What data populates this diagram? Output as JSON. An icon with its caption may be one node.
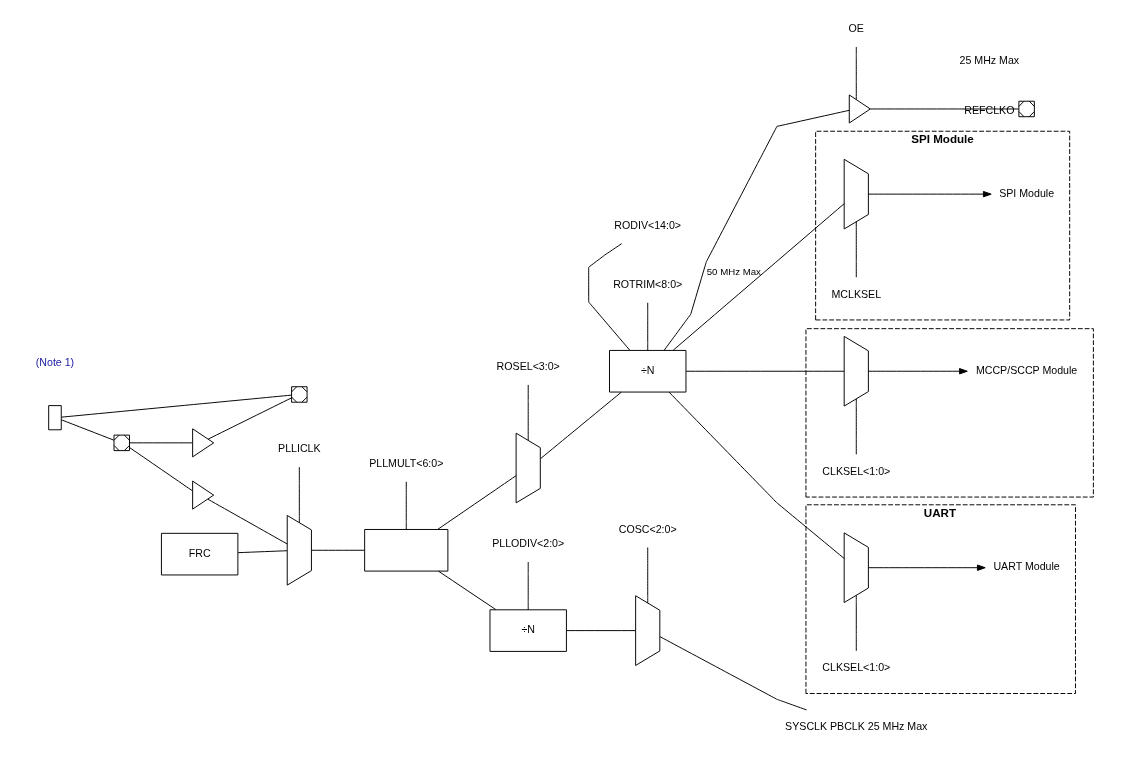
{
  "diagram": {
    "nodes": [
      {
        "text": [],
        "shape": "crystal"
      },
      {
        "text": [],
        "shape": "pad"
      },
      {
        "text": [],
        "shape": "pad"
      },
      {
        "text": [],
        "shape": "triangle"
      },
      {
        "text": [],
        "shape": "triangle"
      },
      {
        "text": [],
        "shape": "trapezoid"
      },
      {
        "text": [
          "FRC"
        ]
      },
      {
        "text": [],
        "shape": "box"
      },
      {
        "text": [],
        "shape": "trapezoid"
      },
      {
        "text": [
          "÷N"
        ]
      },
      {
        "text": [],
        "shape": "triangle"
      },
      {
        "text": [],
        "shape": "pad",
        "beside": [
          "25 MHz Max",
          "REFCLKO"
        ]
      },
      {
        "text": [
          "÷N"
        ]
      },
      {
        "text": [],
        "shape": "trapezoid"
      },
      {
        "text": [
          "SYSCLK PBCLK 25 MHz Max"
        ]
      },
      {
        "text": [
          "SPI Module"
        ]
      },
      {
        "text": [],
        "shape": "trapezoid",
        "in": 15
      },
      {
        "text": [
          "SPI Module"
        ],
        "in": 15
      },
      {
        "text": [],
        "shape": "box"
      },
      {
        "text": [],
        "shape": "trapezoid",
        "in": 18
      },
      {
        "text": [
          "MCCP/SCCP Module"
        ],
        "in": 18
      },
      {
        "text": [
          "UART"
        ]
      },
      {
        "text": [],
        "shape": "trapezoid",
        "in": 21
      },
      {
        "text": [
          "UART Module"
        ],
        "in": 21
      },
      {
        "text": [
          "PLLICLK"
        ]
      },
      {
        "text": [
          "PLLMULT<6:0>"
        ]
      },
      {
        "text": [
          "ROSEL<3:0>"
        ]
      },
      {
        "text": [
          "RODIV<14:0>"
        ]
      },
      {
        "text": [
          "ROTRIM<8:0>"
        ]
      },
      {
        "text": [
          "OE"
        ]
      },
      {
        "text": [
          "PLLODIV<2:0>"
        ]
      },
      {
        "text": [
          "COSC<2:0>"
        ]
      },
      {
        "text": [
          "MCLKSEL"
        ],
        "in": 15
      },
      {
        "text": [
          "CLKSEL<1:0>"
        ],
        "in": 18
      },
      {
        "text": [
          "CLKSEL<1:0>"
        ],
        "in": 21
      }
    ],
    "edges": [
      {
        "from": 0,
        "to": 1,
        "arrow": "none"
      },
      {
        "from": 0,
        "to": 2,
        "arrow": "none"
      },
      {
        "from": 1,
        "to": 3,
        "arrow": "none"
      },
      {
        "from": 3,
        "to": 2,
        "arrow": "none"
      },
      {
        "from": 1,
        "to": 4,
        "arrow": "none"
      },
      {
        "from": 4,
        "to": 5,
        "arrow": "none"
      },
      {
        "from": 6,
        "to": 5,
        "arrow": "none"
      },
      {
        "from": 5,
        "to": 7,
        "arrow": "none"
      },
      {
        "from": 7,
        "to": 8,
        "arrow": "none"
      },
      {
        "from": 7,
        "to": 12,
        "arrow": "none"
      },
      {
        "from": 8,
        "to": 9,
        "arrow": "none"
      },
      {
        "from": 9,
        "to": 10,
        "arrow": "none"
      },
      {
        "from": 10,
        "to": 11,
        "arrow": "none"
      },
      {
        "from": 9,
        "to": 16,
        "arrow": "none",
        "label": "50 MHz Max"
      },
      {
        "from": 9,
        "to": 19,
        "arrow": "none"
      },
      {
        "from": 9,
        "to": 22,
        "arrow": "none"
      },
      {
        "from": 12,
        "to": 13,
        "arrow": "none"
      },
      {
        "from": 13,
        "to": 14,
        "arrow": "none"
      },
      {
        "from": 16,
        "to": 17,
        "arrow": "to"
      },
      {
        "from": 19,
        "to": 20,
        "arrow": "to"
      },
      {
        "from": 22,
        "to": 23,
        "arrow": "to"
      },
      {
        "from": 24,
        "to": 5,
        "arrow": "none"
      },
      {
        "from": 25,
        "to": 7,
        "arrow": "none"
      },
      {
        "from": 26,
        "to": 8,
        "arrow": "none"
      },
      {
        "from": 27,
        "to": 9,
        "arrow": "none"
      },
      {
        "from": 28,
        "to": 9,
        "arrow": "none"
      },
      {
        "from": 29,
        "to": 10,
        "arrow": "none"
      },
      {
        "from": 30,
        "to": 12,
        "arrow": "none"
      },
      {
        "from": 31,
        "to": 13,
        "arrow": "none"
      },
      {
        "from": 32,
        "to": 16,
        "arrow": "none"
      },
      {
        "from": 33,
        "to": 19,
        "arrow": "none"
      },
      {
        "from": 34,
        "to": 22,
        "arrow": "none"
      }
    ],
    "labels": [
      "(Note 1)"
    ]
  }
}
